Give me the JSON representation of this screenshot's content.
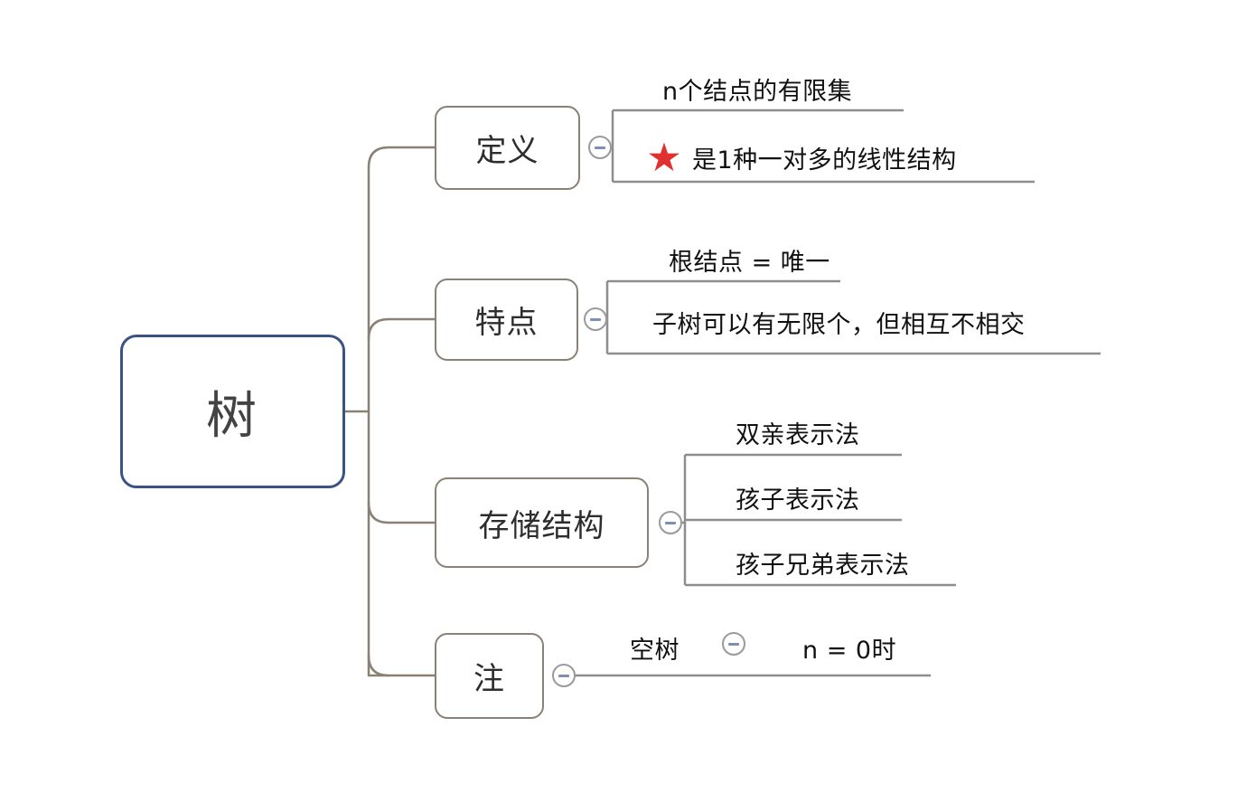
{
  "diagram": {
    "title": "树",
    "root": {
      "label": "树"
    },
    "branches": [
      {
        "label": "定义",
        "toggle_icon": "collapse-minus-icon",
        "items": [
          {
            "text": "n个结点的有限集",
            "icon": null
          },
          {
            "text": "是1种一对多的线性结构",
            "icon": "red-star-icon"
          }
        ]
      },
      {
        "label": "特点",
        "toggle_icon": "collapse-minus-icon",
        "items": [
          {
            "text": "根结点 = 唯一",
            "icon": null
          },
          {
            "text": "子树可以有无限个，但相互不相交",
            "icon": null
          }
        ]
      },
      {
        "label": "存储结构",
        "toggle_icon": "collapse-minus-icon",
        "items": [
          {
            "text": "双亲表示法",
            "icon": null
          },
          {
            "text": "孩子表示法",
            "icon": null
          },
          {
            "text": "孩子兄弟表示法",
            "icon": null
          }
        ]
      },
      {
        "label": "注",
        "toggle_icon": "collapse-minus-icon",
        "items": [
          {
            "text": "空树",
            "icon": null,
            "toggle_icon": "collapse-minus-icon"
          },
          {
            "text": "n = 0时",
            "icon": null
          }
        ]
      }
    ]
  },
  "colors": {
    "root_border": "#3b5384",
    "branch_border": "#8a8076",
    "wire": "#8a8076",
    "leaf_line": "#8e8e8e",
    "text": "#111111",
    "star": "#e03030",
    "toggle_border": "#9a9a9a",
    "toggle_minus": "#7d8fb3",
    "background": "#ffffff"
  }
}
